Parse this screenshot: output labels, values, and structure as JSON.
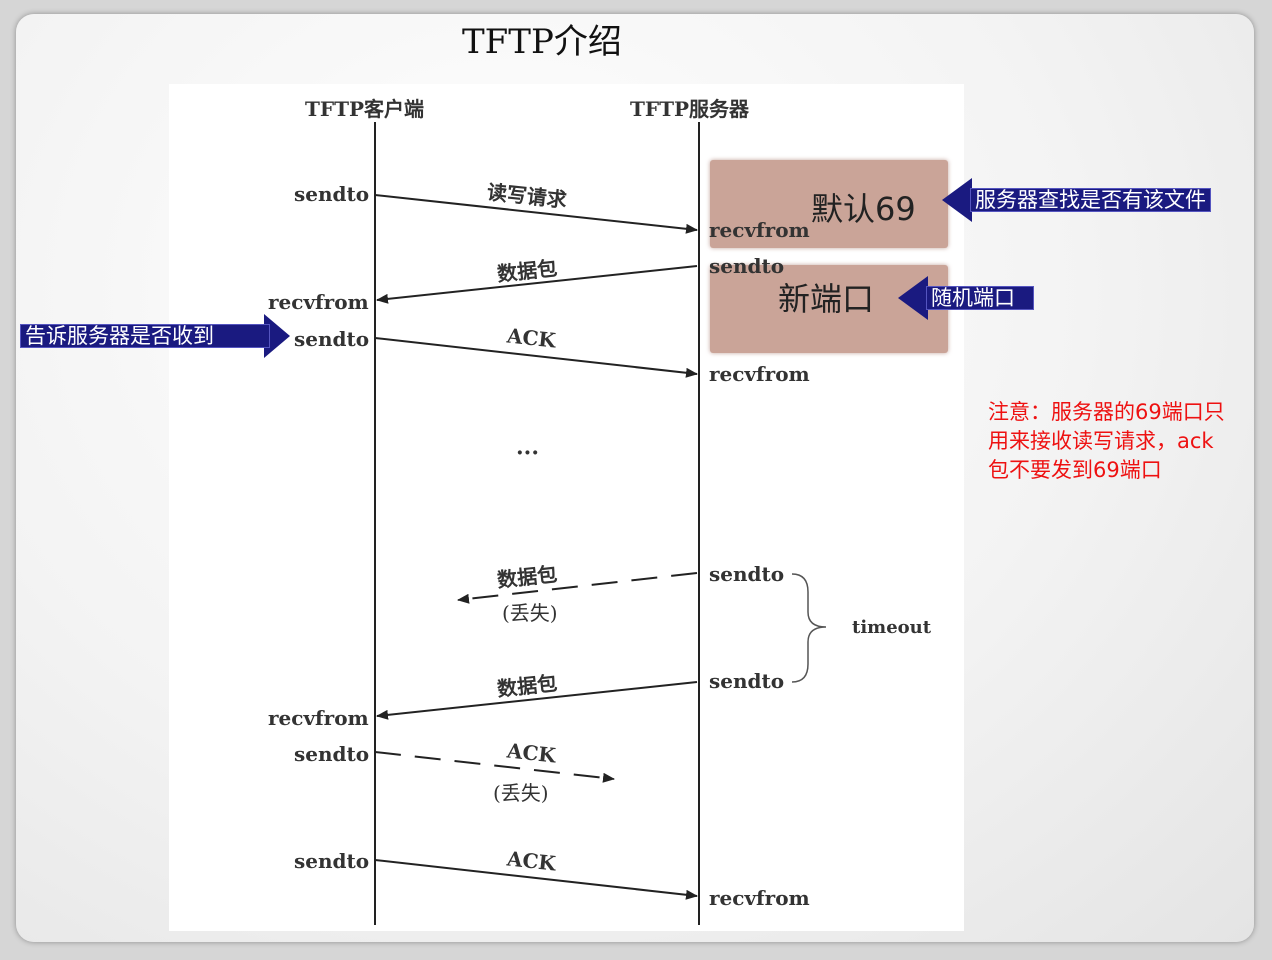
{
  "title": "TFTP介绍",
  "diagram": {
    "client_header": "TFTP客户端",
    "server_header": "TFTP服务器",
    "labels": {
      "c_sendto_1": "sendto",
      "s_recvfrom_1": "recvfrom",
      "s_sendto_2": "sendto",
      "c_recvfrom_2": "recvfrom",
      "c_sendto_3": "sendto",
      "s_recvfrom_3": "recvfrom",
      "ellipsis": "···",
      "s_sendto_4": "sendto",
      "timeout": "timeout",
      "s_sendto_5": "sendto",
      "c_recvfrom_5": "recvfrom",
      "c_sendto_6": "sendto",
      "c_sendto_7": "sendto",
      "s_recvfrom_7": "recvfrom"
    },
    "messages": {
      "rw_request": "读写请求",
      "data_packet_1": "数据包",
      "ack_1": "ACK",
      "data_packet_lost": "数据包",
      "lost_1": "(丢失)",
      "data_packet_2": "数据包",
      "ack_lost": "ACK",
      "lost_2": "(丢失)",
      "ack_final": "ACK"
    },
    "boxes": {
      "default_port": "默认69",
      "new_port": "新端口"
    }
  },
  "callouts": {
    "server_check": "服务器查找是否有该文件",
    "random_port": "随机端口",
    "tell_server": "告诉服务器是否收到"
  },
  "note": "注意：服务器的69端口只用来接收读写请求，ack包不要发到69端口",
  "colors": {
    "callout_bg": "#1a1a80",
    "box_fill": "#caa498",
    "note_text": "#ee1111"
  }
}
